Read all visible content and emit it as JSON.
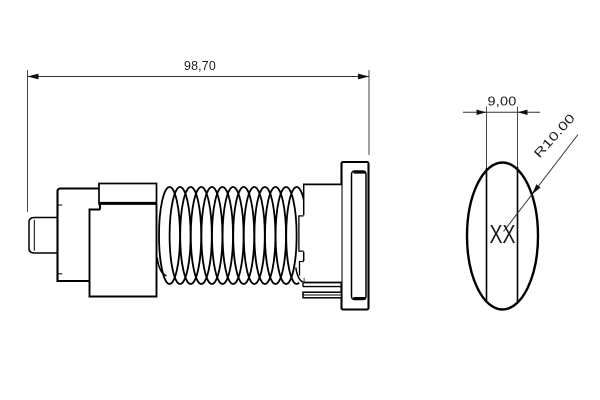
{
  "drawing": {
    "dimensions": {
      "overall_length": "98,70",
      "across_flats": "9,00",
      "radius": "R10.00"
    },
    "part_marking": "XX",
    "colors": {
      "line": "#000000",
      "dimension_line": "#333333",
      "background": "#ffffff"
    }
  }
}
